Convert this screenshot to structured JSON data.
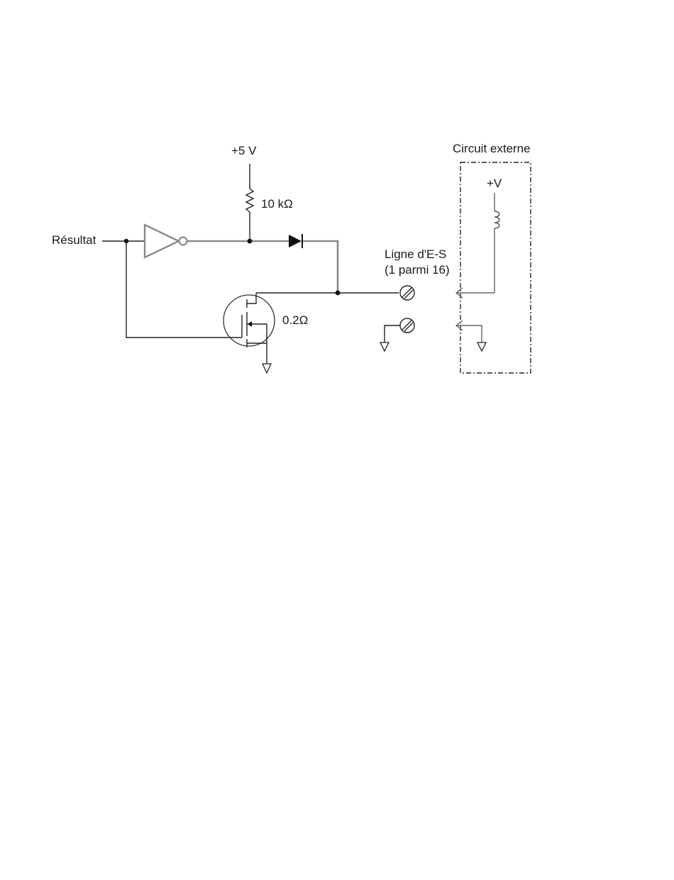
{
  "labels": {
    "supply_5v": "+5 V",
    "resistor": "10 kΩ",
    "input": "Résultat",
    "fet_resistance": "0.2Ω",
    "io_line_1": "Ligne d'E-S",
    "io_line_2": "(1 parmi 16)",
    "external_circuit": "Circuit externe",
    "external_supply": "+V"
  }
}
